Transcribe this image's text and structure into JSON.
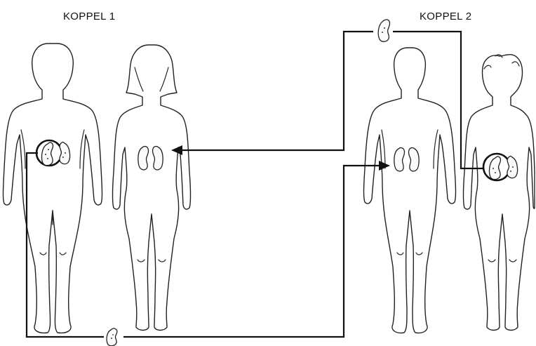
{
  "diagram": {
    "labels": {
      "couple_1": "KOPPEL 1",
      "couple_2": "KOPPEL 2"
    },
    "figures": [
      {
        "id": "man-couple-1",
        "icon": "male-body-outline-icon",
        "highlight": "donor-kidney-circle"
      },
      {
        "id": "woman-couple-1",
        "icon": "female-body-outline-icon",
        "highlight": "recipient-kidneys"
      },
      {
        "id": "man-couple-2",
        "icon": "male-body-outline-icon",
        "highlight": "recipient-kidneys"
      },
      {
        "id": "woman-couple-2",
        "icon": "female-body-outline-icon",
        "highlight": "donor-kidney-circle"
      }
    ],
    "connections": [
      {
        "from": "man-couple-1",
        "to": "man-couple-2",
        "via": "kidney-icon",
        "route": "bottom"
      },
      {
        "from": "woman-couple-2",
        "to": "woman-couple-1",
        "via": "kidney-icon",
        "route": "top"
      }
    ],
    "colors": {
      "line": "#111111",
      "background": "#ffffff"
    }
  }
}
